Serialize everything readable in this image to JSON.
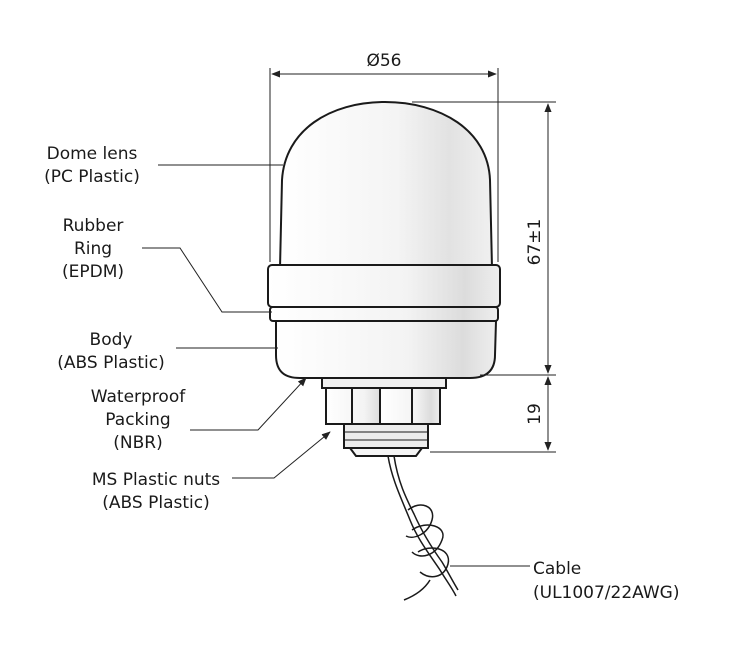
{
  "dimensions": {
    "diameter": "Ø56",
    "height": "67±1",
    "base_height": "19"
  },
  "labels": {
    "dome_lens": [
      "Dome lens",
      "(PC Plastic)"
    ],
    "rubber_ring": [
      "Rubber",
      "Ring",
      "(EPDM)"
    ],
    "body": [
      "Body",
      "(ABS Plastic)"
    ],
    "packing": [
      "Waterproof",
      "Packing",
      "(NBR)"
    ],
    "nuts": [
      "MS Plastic nuts",
      "(ABS Plastic)"
    ],
    "cable": [
      "Cable",
      "(UL1007/22AWG)"
    ]
  },
  "colors": {
    "outline": "#1a1a1a",
    "fill": "#f2f2f2",
    "shade": "#e0e0e0"
  }
}
